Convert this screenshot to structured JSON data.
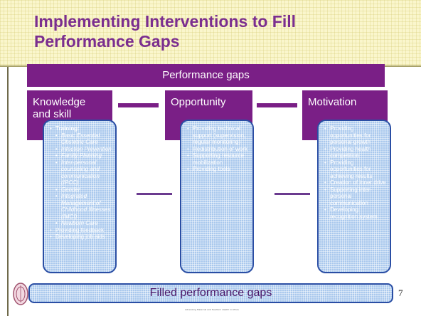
{
  "title": "Implementing Interventions to Fill\nPerformance Gaps",
  "banner": "Performance gaps",
  "categories": [
    {
      "label": "Knowledge\nand skill"
    },
    {
      "label": "Opportunity"
    },
    {
      "label": "Motivation"
    }
  ],
  "card1": {
    "head": "Training:",
    "subs": [
      "Basic Essential Obstetric Care",
      "Infection Prevention",
      "Family Planning",
      "Inter-personal counseling and communication (IPCC)",
      "Gender",
      "Integrated Management of Childhood Illnesses (IMCI)",
      "Newborn Care"
    ],
    "items": [
      "Providing feedback",
      "Developing job aids"
    ]
  },
  "card2": {
    "items": [
      "Providing technical support (supervision, regular monitoring)",
      "Redistribution of work",
      "Supporting resource mobilization",
      "Providing tools"
    ]
  },
  "card3": {
    "items": [
      "Providing opportunities for personal growth",
      "Providing health competition",
      "Providing opportunities for achieving results",
      "Creation of inner drive",
      "Supporting inter-personal communication",
      "Developing recognition system"
    ]
  },
  "bottom": "Filled performance gaps",
  "page_number": "7",
  "footer": "Advancing Maternal and Newborn Health in Africa",
  "colors": {
    "purple": "#7a1f86",
    "title": "#7b2e8f",
    "card_fill": "#a9c8ed",
    "card_border": "#2a4ea4"
  }
}
